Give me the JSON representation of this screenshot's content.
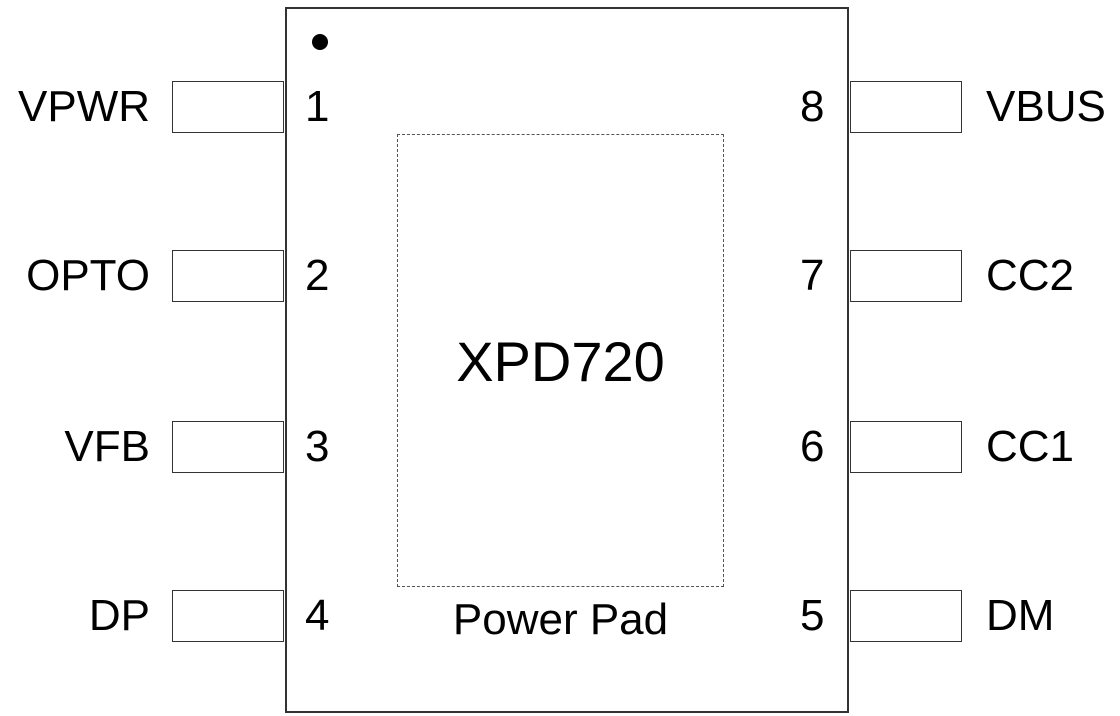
{
  "chip": {
    "name": "XPD720",
    "pad_label": "Power Pad"
  },
  "pins_left": [
    {
      "number": "1",
      "name": "VPWR"
    },
    {
      "number": "2",
      "name": "OPTO"
    },
    {
      "number": "3",
      "name": "VFB"
    },
    {
      "number": "4",
      "name": "DP"
    }
  ],
  "pins_right": [
    {
      "number": "8",
      "name": "VBUS"
    },
    {
      "number": "7",
      "name": "CC2"
    },
    {
      "number": "6",
      "name": "CC1"
    },
    {
      "number": "5",
      "name": "DM"
    }
  ]
}
